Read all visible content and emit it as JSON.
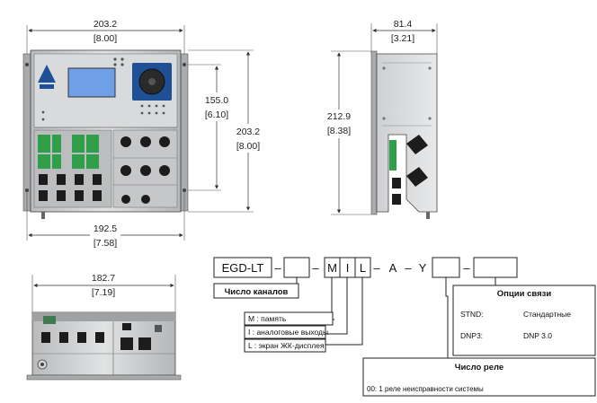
{
  "dimensions": {
    "front_width": "203.2",
    "front_width_in": "[8.00]",
    "side_depth": "81.4",
    "side_depth_in": "[3.21]",
    "mount_height": "155.0",
    "mount_height_in": "[6.10]",
    "front_height": "203.2",
    "front_height_in": "[8.00]",
    "side_height": "212.9",
    "side_height_in": "[8.38]",
    "mount_width": "192.5",
    "mount_width_in": "[7.58]",
    "bottom_width": "182.7",
    "bottom_width_in": "[7.19]"
  },
  "order_code": {
    "prefix": "EGD-LT",
    "dash1": "–",
    "dash2": "–",
    "m": "M",
    "i": "I",
    "l": "L",
    "dash3": "–",
    "a": "A",
    "dash4": "–",
    "y": "Y",
    "dash5": "–"
  },
  "legend": {
    "channels": "Число каналов",
    "m_option": "M : память",
    "i_option": "I : аналоговые выходы",
    "l_option": "L : экран ЖК-дисплея",
    "comm_title": "Опции связи",
    "comm_rows": [
      {
        "code": "STND:",
        "desc": "Стандартные"
      },
      {
        "code": "DNP3:",
        "desc": "DNP 3.0"
      }
    ],
    "relay_title": "Число реле",
    "relay_desc": "00: 1 реле неисправности системы"
  },
  "colors": {
    "enclosure": "#c9cbcc",
    "display": "#6f9fe6",
    "brand_blue": "#1f4f95",
    "terminal_green": "#2f9f4a",
    "connector_dark": "#1c1c1c"
  }
}
